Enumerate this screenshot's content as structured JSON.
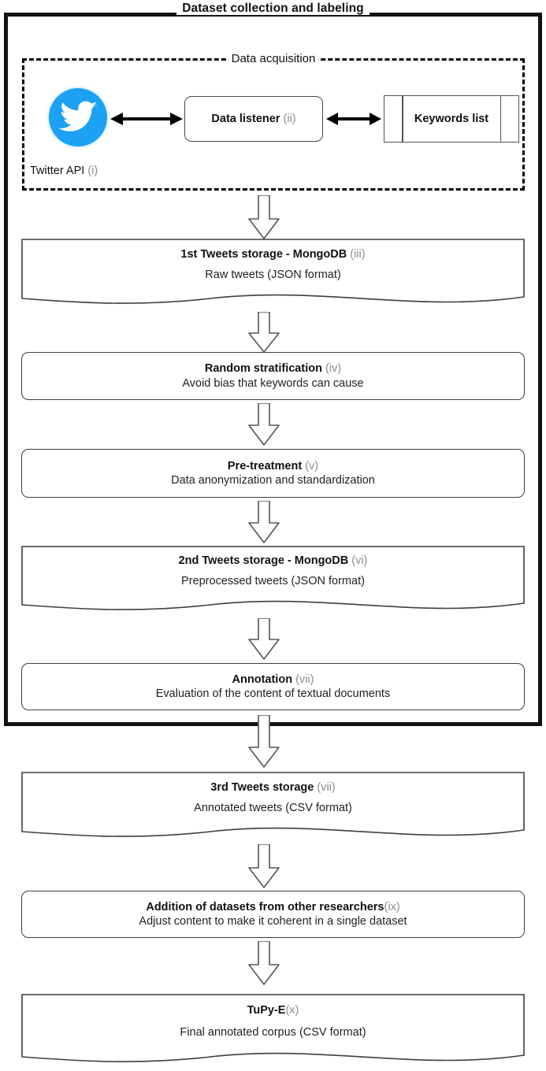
{
  "diagram": {
    "title": "Dataset collection and labeling",
    "subgroup_title": "Data acquisition"
  },
  "acquisition": {
    "twitter": {
      "icon": "twitter-bird-icon",
      "label": "Twitter  API",
      "roman": "(i)",
      "color": "#1da1f2"
    },
    "listener": {
      "label": "Data listener",
      "roman": "(ii)"
    },
    "keywords": {
      "label": "Keywords list",
      "roman": ""
    }
  },
  "steps": [
    {
      "shape": "document",
      "line1": "1st Tweets storage - MongoDB",
      "roman": "(iii)",
      "line2": "Raw tweets (JSON format)"
    },
    {
      "shape": "rounded",
      "line1": "Random stratification",
      "roman": "(iv)",
      "line2": "Avoid bias that keywords can cause"
    },
    {
      "shape": "rounded",
      "line1": "Pre-treatment",
      "roman": "(v)",
      "line2": "Data anonymization and standardization"
    },
    {
      "shape": "document",
      "line1": "2nd Tweets storage - MongoDB",
      "roman": "(vi)",
      "line2": "Preprocessed tweets (JSON format)"
    },
    {
      "shape": "rounded",
      "line1": "Annotation",
      "roman": "(vii)",
      "line2": "Evaluation of the content of textual documents"
    },
    {
      "shape": "document",
      "line1": "3rd Tweets storage",
      "roman": "(vii)",
      "line2": "Annotated tweets (CSV format)"
    },
    {
      "shape": "rounded",
      "line1": "Addition of datasets from other researchers",
      "roman": "(ix)",
      "line2": "Adjust content to make it coherent in a single dataset"
    },
    {
      "shape": "document",
      "line1": "TuPy-E",
      "roman": "(x)",
      "line2": "Final annotated corpus (CSV format)"
    }
  ],
  "colors": {
    "frame": "#111111",
    "box_stroke": "#3f3f3f",
    "arrow_stroke": "#8a8a8a",
    "roman_text": "#8d8d8d",
    "twitter_blue": "#1da1f2"
  }
}
